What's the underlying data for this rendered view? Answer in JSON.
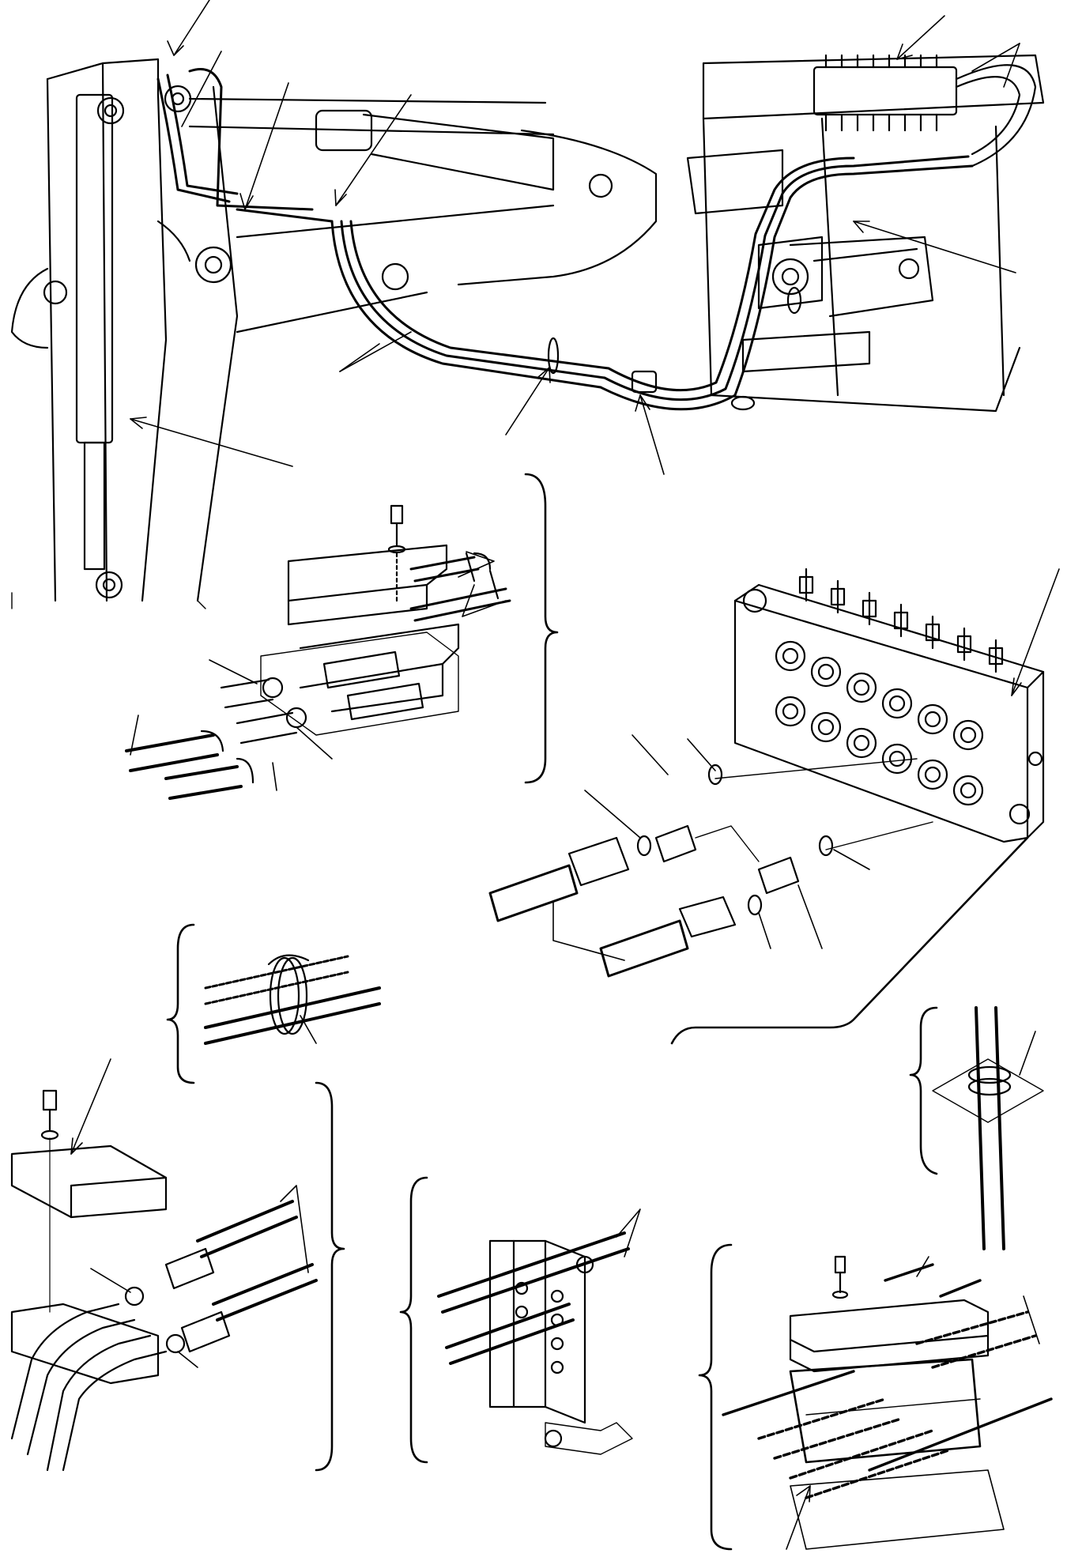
{
  "drawing": {
    "type": "exploded hydraulic parts illustration",
    "printed_text": "",
    "line_color": "#000000",
    "background": "#ffffff",
    "views": [
      "main-assembly",
      "pipe-clamp-detail",
      "control-valve-fittings-detail",
      "hose-clip-detail",
      "bulkhead-clamp-detail",
      "fitting-block-detail",
      "plate-clamp-detail",
      "double-clamp-detail"
    ]
  }
}
